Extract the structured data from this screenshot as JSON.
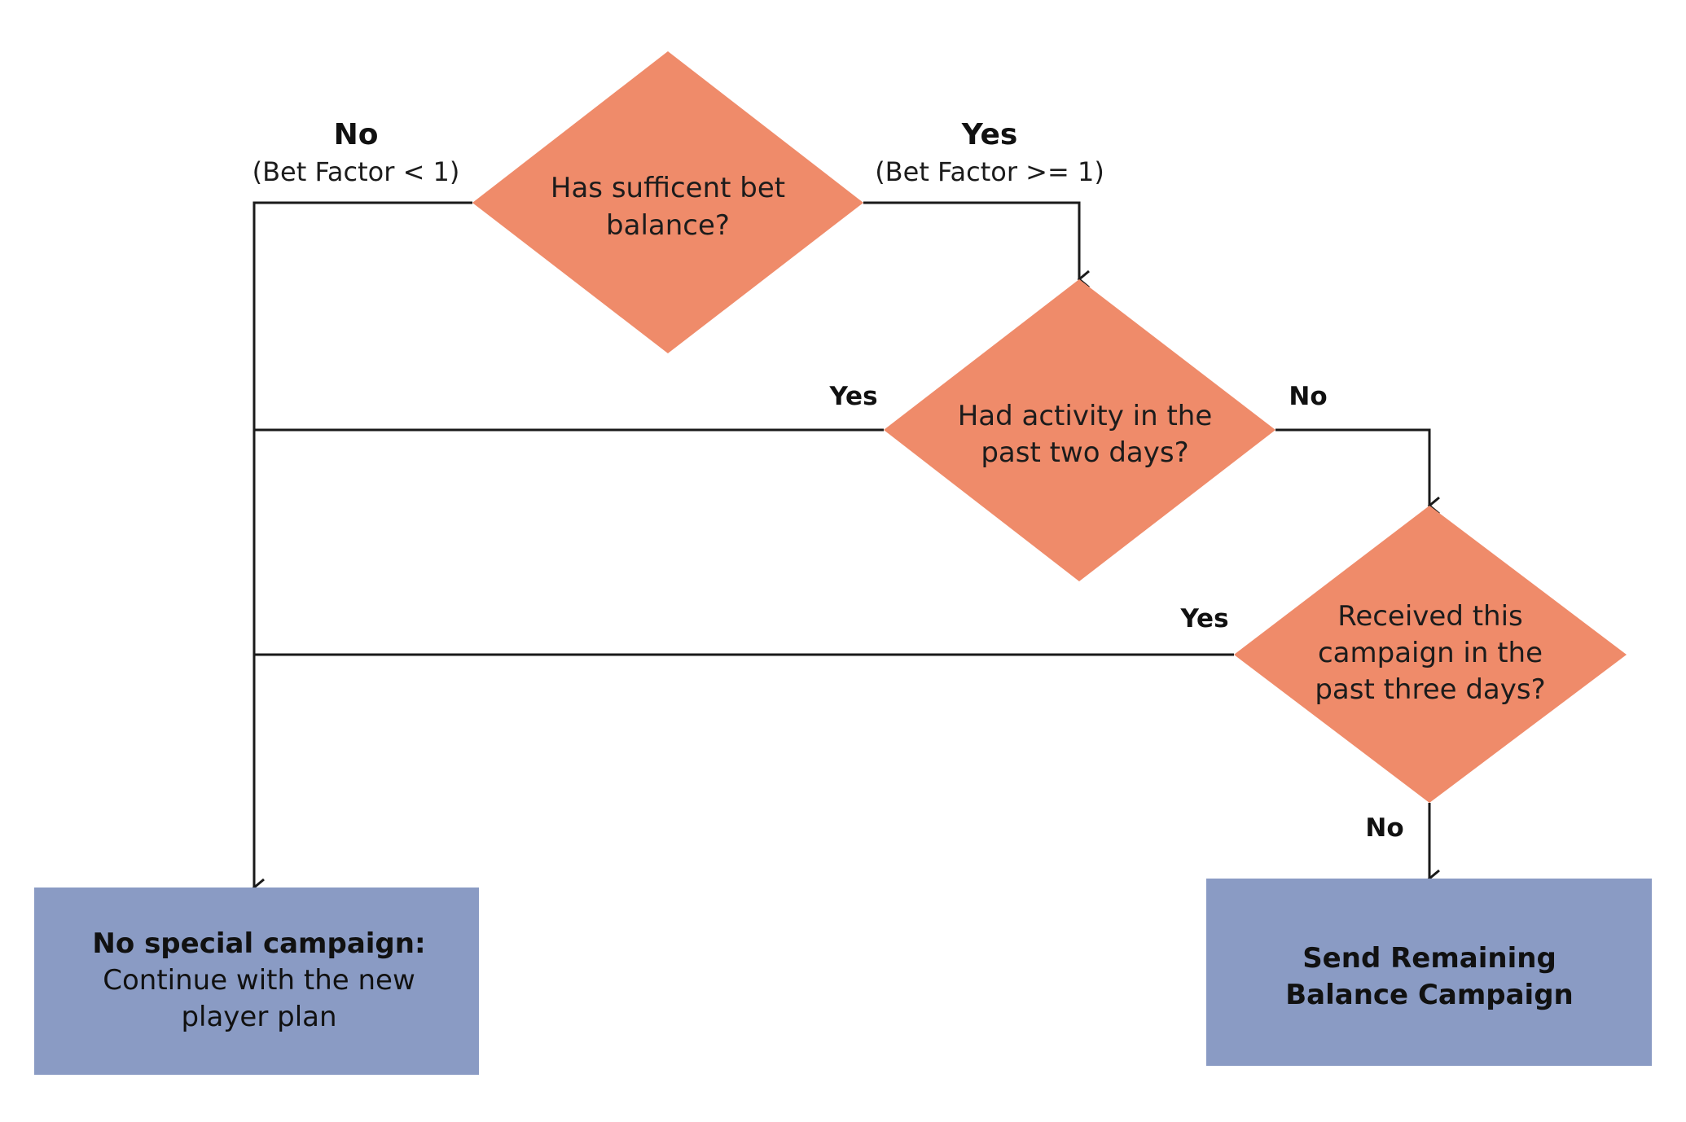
{
  "colors": {
    "decision_fill": "#ef8b6a",
    "outcome_fill": "#8a9bc4",
    "line": "#1a1a1a",
    "text": "#111111"
  },
  "decisions": {
    "balance": {
      "line1": "Has sufficent bet",
      "line2": "balance?"
    },
    "activity": {
      "line1": "Had activity in the",
      "line2": "past two days?"
    },
    "received": {
      "line1": "Received this",
      "line2": "campaign in the",
      "line3": "past three days?"
    }
  },
  "outcomes": {
    "no_campaign": {
      "title": "No special campaign:",
      "line2": "Continue with the new",
      "line3": "player plan"
    },
    "send_campaign": {
      "line1": "Send Remaining",
      "line2": "Balance Campaign"
    }
  },
  "edges": {
    "balance_no": {
      "label": "No",
      "condition": "(Bet Factor < 1)"
    },
    "balance_yes": {
      "label": "Yes",
      "condition": "(Bet Factor >= 1)"
    },
    "activity_yes": {
      "label": "Yes"
    },
    "activity_no": {
      "label": "No"
    },
    "received_yes": {
      "label": "Yes"
    },
    "received_no": {
      "label": "No"
    }
  }
}
